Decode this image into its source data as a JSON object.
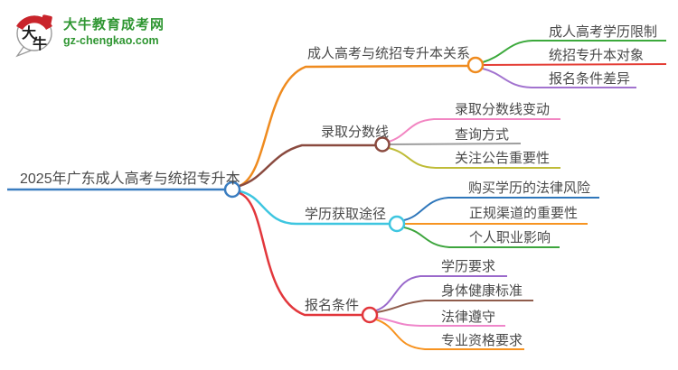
{
  "logo": {
    "icon_char_1": "大",
    "icon_char_2": "牛",
    "site_name": "大牛教育成考网",
    "site_url": "gz-chengkao.com"
  },
  "colors": {
    "background": "#ffffff",
    "label_text": "#4a4a4a",
    "logo_green": "#2f9632",
    "logo_red": "#c9242b",
    "root_blue": "#3a7dc0",
    "branch1_orange": "#ef8b1f",
    "branch1_child_green": "#3ca93c",
    "branch1_child_red": "#e43d35",
    "branch1_child_purple": "#a273cf",
    "branch2_brown": "#8a4a3f",
    "branch2_child_pink": "#f286c2",
    "branch2_child_gray": "#9e9e9e",
    "branch2_child_olive": "#bfbc38",
    "branch3_cyan": "#3ec6e0",
    "branch3_child_blue": "#2f77bb",
    "branch3_child_orange": "#f79421",
    "branch3_child_green": "#3da53d",
    "branch4_red": "#e2373c",
    "branch4_child_purple": "#9a69cb",
    "branch4_child_brown": "#8f5c4c",
    "branch4_child_pink": "#ef86ca",
    "branch4_child_orange": "#f79320"
  },
  "mindmap": {
    "root": {
      "label": "2025年广东成人高考与统招专升本",
      "color": "#3a7dc0"
    },
    "branches": [
      {
        "label": "成人高考与统招专升本关系",
        "color": "#ef8b1f",
        "children": [
          {
            "label": "成人高考学历限制",
            "color": "#3ca93c"
          },
          {
            "label": "统招专升本对象",
            "color": "#e43d35"
          },
          {
            "label": "报名条件差异",
            "color": "#a273cf"
          }
        ]
      },
      {
        "label": "录取分数线",
        "color": "#8a4a3f",
        "children": [
          {
            "label": "录取分数线变动",
            "color": "#f286c2"
          },
          {
            "label": "查询方式",
            "color": "#9e9e9e"
          },
          {
            "label": "关注公告重要性",
            "color": "#bfbc38"
          }
        ]
      },
      {
        "label": "学历获取途径",
        "color": "#3ec6e0",
        "children": [
          {
            "label": "购买学历的法律风险",
            "color": "#2f77bb"
          },
          {
            "label": "正规渠道的重要性",
            "color": "#f79421"
          },
          {
            "label": "个人职业影响",
            "color": "#3da53d"
          }
        ]
      },
      {
        "label": "报名条件",
        "color": "#e2373c",
        "children": [
          {
            "label": "学历要求",
            "color": "#9a69cb"
          },
          {
            "label": "身体健康标准",
            "color": "#8f5c4c"
          },
          {
            "label": "法律遵守",
            "color": "#ef86ca"
          },
          {
            "label": "专业资格要求",
            "color": "#f79320"
          }
        ]
      }
    ]
  }
}
